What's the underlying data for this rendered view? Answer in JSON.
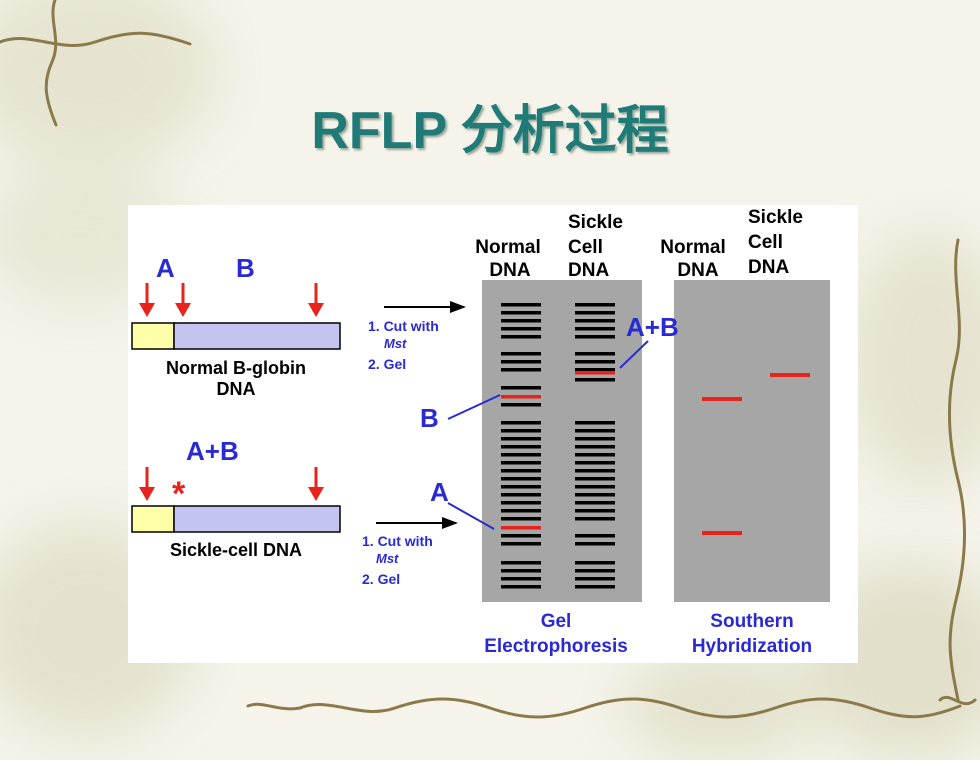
{
  "slide": {
    "title": "RFLP 分析过程"
  },
  "diagram": {
    "normal_gene": {
      "label_line1": "Normal B-globin",
      "label_line2": "DNA",
      "site_labels": [
        "A",
        "B"
      ]
    },
    "sickle_gene": {
      "label": "Sickle-cell DNA",
      "site_label": "A+B",
      "mutation_mark": "*"
    },
    "steps_normal": [
      "1. Cut with",
      "Mst",
      "2. Gel"
    ],
    "steps_sickle": [
      "1. Cut with",
      "Mst",
      "2. Gel"
    ],
    "gel_headers": {
      "normal": [
        "Normal",
        "DNA"
      ],
      "sickle": [
        "Sickle",
        "Cell",
        "DNA"
      ]
    },
    "southern_headers": {
      "normal": [
        "Normal",
        "DNA"
      ],
      "sickle": [
        "Sickle",
        "Cell",
        "DNA"
      ]
    },
    "callouts": {
      "a_plus_b": "A+B",
      "b": "B",
      "a": "A"
    },
    "panel_captions": {
      "gel": [
        "Gel",
        "Electrophoresis"
      ],
      "southern": [
        "Southern",
        "Hybridization"
      ]
    },
    "colors": {
      "title": "#1f7a78",
      "band": "#000000",
      "highlight_band": "#e8231c",
      "arrow": "#e8231c",
      "label_blue": "#2a2ad4",
      "gel_panel": "#a6a6a6",
      "gene_yellow": "#ffffaa",
      "gene_blue": "#c4c4f0"
    }
  }
}
